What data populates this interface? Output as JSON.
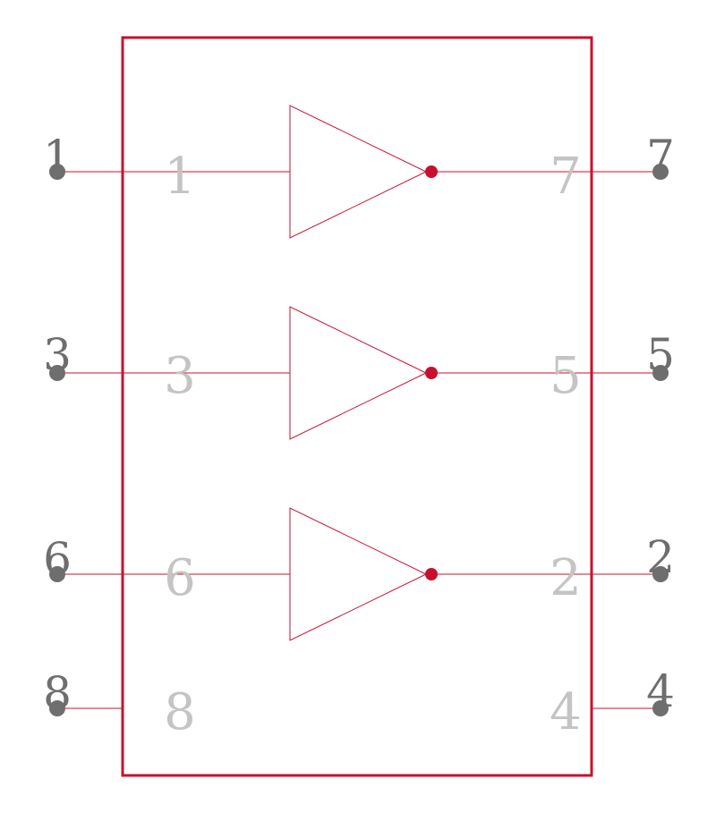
{
  "colors": {
    "body": "#c8102e",
    "wire": "#c8102e",
    "pin_dot": "#6e6e6e",
    "outer_label": "#6e6e6e",
    "inner_label": "#c4c4c4",
    "bubble": "#c8102e"
  },
  "component": {
    "type": "triple inverter",
    "gates": [
      {
        "input_pin": "1",
        "output_pin": "7"
      },
      {
        "input_pin": "3",
        "output_pin": "5"
      },
      {
        "input_pin": "6",
        "output_pin": "2"
      }
    ],
    "power_pins": {
      "left": "8",
      "right": "4"
    }
  }
}
